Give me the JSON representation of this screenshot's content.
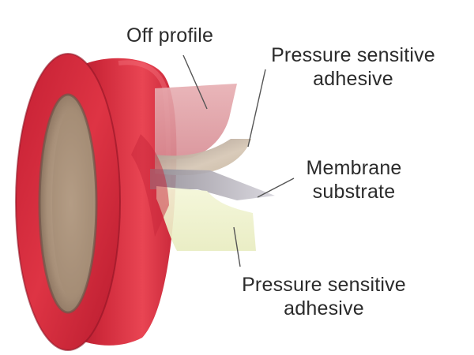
{
  "labels": {
    "off_profile": "Off profile",
    "psa_top_line1": "Pressure sensitive",
    "psa_top_line2": "adhesive",
    "membrane_line1": "Membrane",
    "membrane_line2": "substrate",
    "psa_bottom_line1": "Pressure sensitive",
    "psa_bottom_line2": "adhesive"
  },
  "colors": {
    "tape_red": "#e33a48",
    "tape_red_dark": "#b81f2e",
    "core_tan": "#b59d86",
    "adhesive_top": "#e9a3a9",
    "liner_beige": "#cdbca6",
    "membrane_grey": "#b9b6bd",
    "adhesive_bottom": "#eef1c9",
    "text": "#2b2b2b"
  }
}
